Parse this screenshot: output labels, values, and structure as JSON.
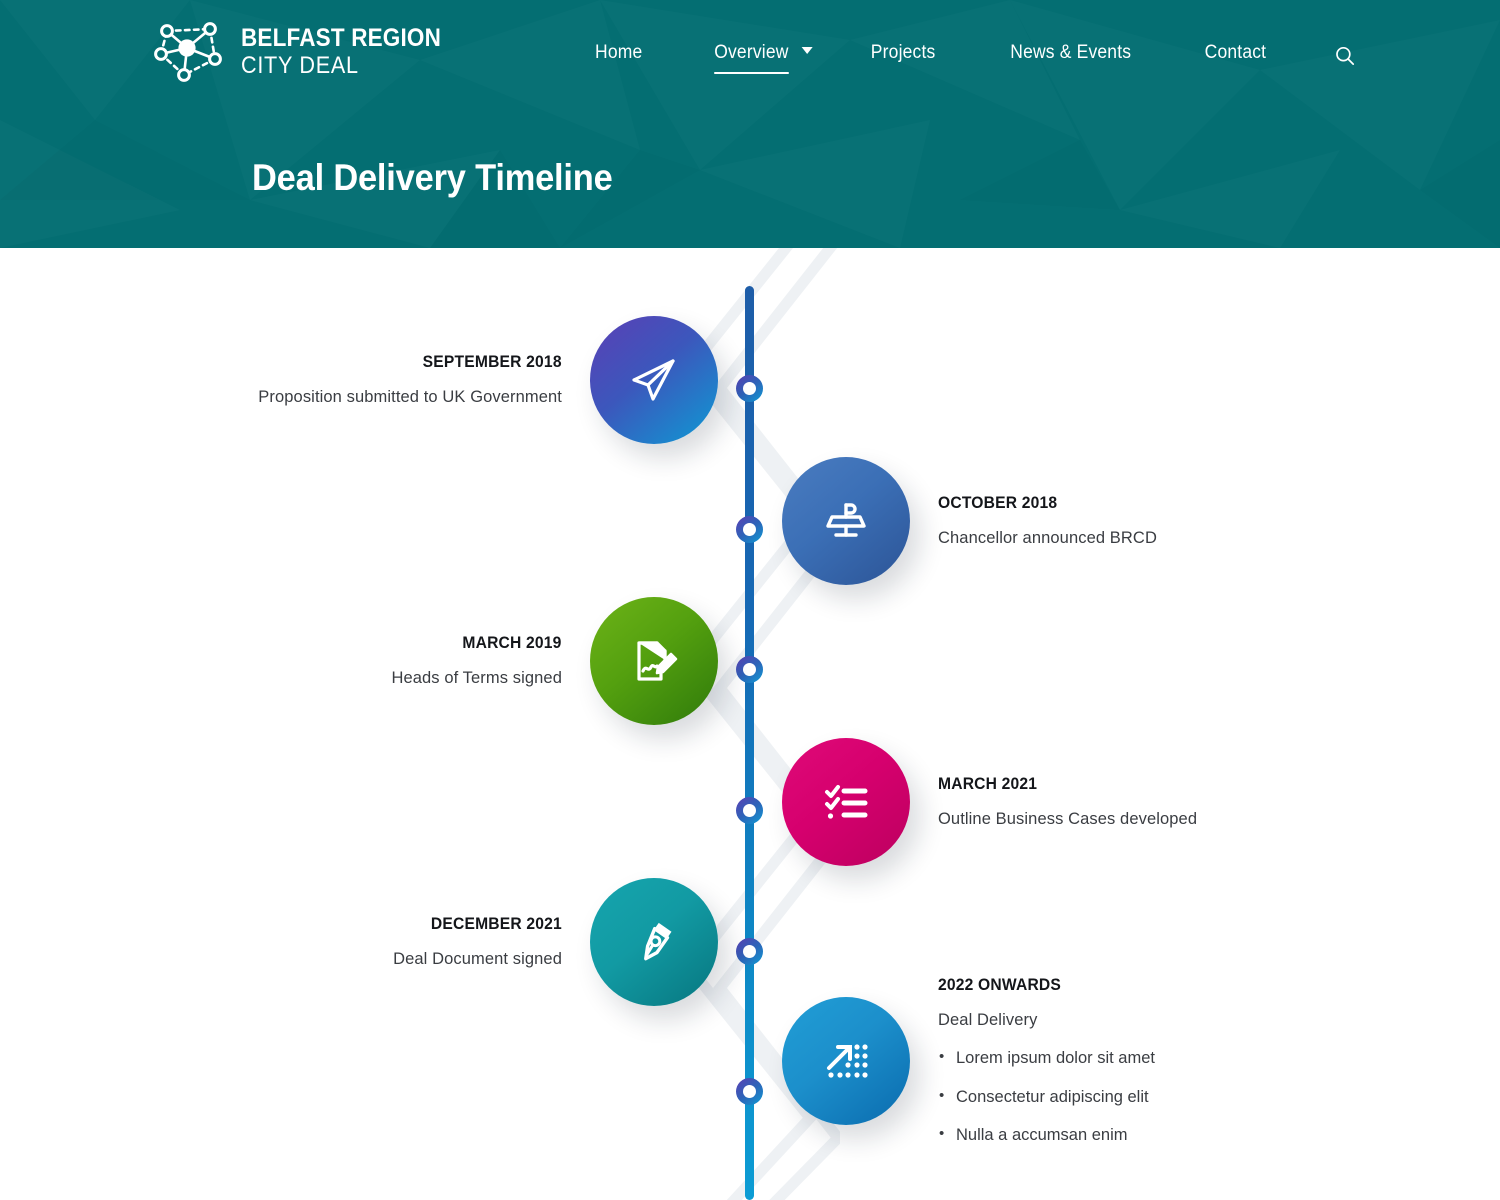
{
  "brand": {
    "line1": "BELFAST REGION",
    "line2": "CITY DEAL",
    "logo_icon": "network-nodes-icon"
  },
  "nav": {
    "items": [
      {
        "label": "Home",
        "active": false,
        "caret": false
      },
      {
        "label": "Overview",
        "active": true,
        "caret": true
      },
      {
        "label": "Projects",
        "active": false,
        "caret": false
      },
      {
        "label": "News & Events",
        "active": false,
        "caret": false
      },
      {
        "label": "Contact",
        "active": false,
        "caret": false
      }
    ],
    "search_icon": "search-icon"
  },
  "header": {
    "title": "Deal Delivery Timeline",
    "background_color": "#046E72"
  },
  "timeline": {
    "line_gradient_from": "#1E5DA8",
    "line_gradient_to": "#0C9CD4",
    "node_gradient_from": "#5B3FB5",
    "node_gradient_to": "#0D9BD4",
    "events": [
      {
        "date": "SEPTEMBER 2018",
        "description": "Proposition submitted to UK Government",
        "icon": "paper-plane-icon",
        "side": "left",
        "color_from": "#5B3FB5",
        "color_to": "#0D9BD4"
      },
      {
        "date": "OCTOBER 2018",
        "description": "Chancellor announced BRCD",
        "icon": "lectern-podium-icon",
        "side": "right",
        "color_from": "#3B6FB6",
        "color_to": "#2C5496"
      },
      {
        "date": "MARCH 2019",
        "description": "Heads of Terms signed",
        "icon": "document-sign-icon",
        "side": "left",
        "color_from": "#5FA811",
        "color_to": "#2F7A0B"
      },
      {
        "date": "MARCH 2021",
        "description": "Outline Business Cases developed",
        "icon": "checklist-icon",
        "side": "right",
        "color_from": "#D6006E",
        "color_to": "#C40063"
      },
      {
        "date": "DECEMBER 2021",
        "description": "Deal Document signed",
        "icon": "pen-nib-icon",
        "side": "left",
        "color_from": "#129AA3",
        "color_to": "#0A7F88"
      },
      {
        "date": "2022 ONWARDS",
        "description": "Deal Delivery",
        "icon": "growth-arrow-dots-icon",
        "side": "right",
        "color_from": "#1C8FCB",
        "color_to": "#0C72B4",
        "bullets": [
          "Lorem ipsum dolor sit amet",
          "Consectetur adipiscing elit",
          "Nulla a accumsan enim"
        ]
      }
    ]
  }
}
